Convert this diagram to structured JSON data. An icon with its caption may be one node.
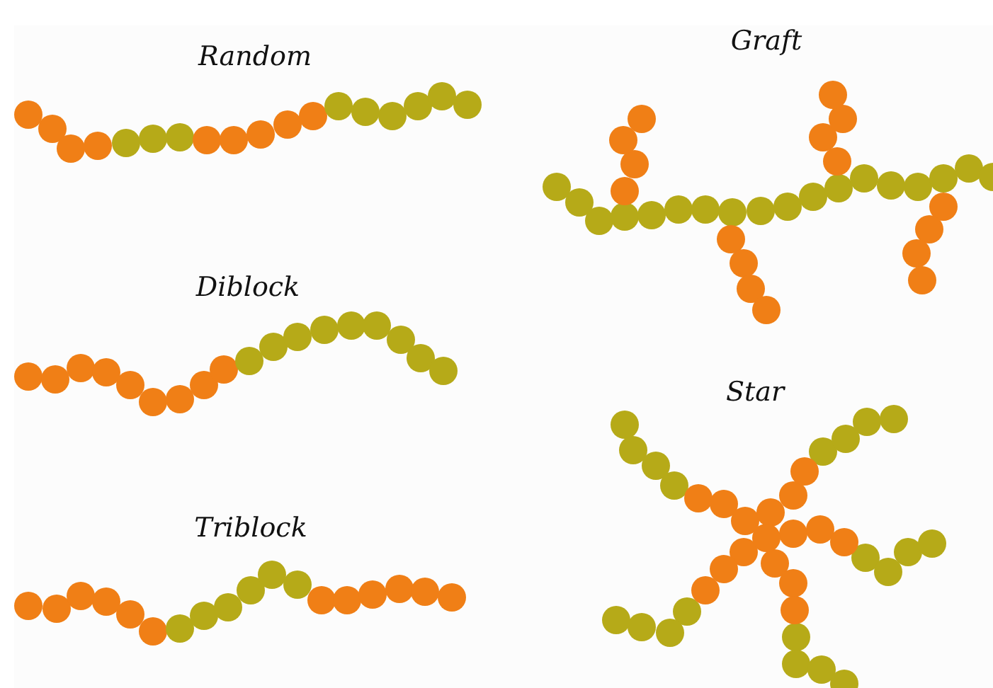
{
  "diagram": {
    "labels": [
      "Random",
      "Graft",
      "Diblock",
      "Star",
      "Triblock"
    ]
  }
}
